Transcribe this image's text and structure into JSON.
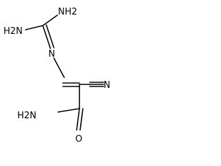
{
  "molecule": {
    "atoms": {
      "top_nh2": "NH2",
      "left_nh2": "H2N",
      "hydrazone_n": "N",
      "cyano_n": "N",
      "amide_nh2": "H2N",
      "carbonyl_o": "O"
    },
    "bond_color": "#000000"
  }
}
